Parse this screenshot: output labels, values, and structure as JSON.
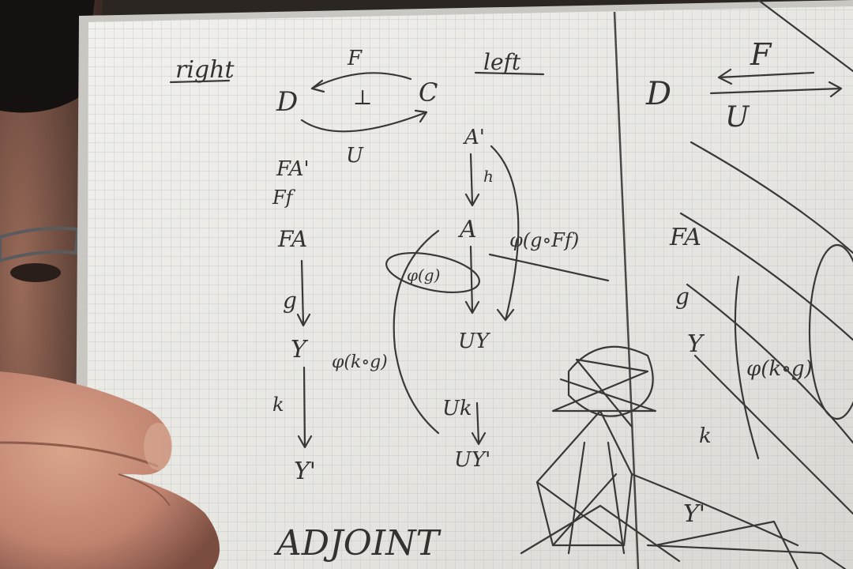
{
  "photo": {
    "subject": "mirrored webcam photo of a hand holding up a grid-paper notebook page with handwritten adjunction diagrams",
    "colors": {
      "paper": "#e9e8e3",
      "grid": "#b9bcc0",
      "ink": "#3a3835",
      "skin": "#c98f78",
      "background": "#2b2622"
    }
  },
  "notes": {
    "left_heading": "right",
    "right_heading": "left",
    "top_arrow_top": "F",
    "top_arrow_mid": "⊥",
    "top_arrow_bottom": "U",
    "top_node_left": "D",
    "top_node_right": "C",
    "col1": {
      "n1": "FA'",
      "n2": "Ff",
      "n3": "FA",
      "n4": "g",
      "n5": "Y",
      "n6": "k",
      "n7": "Y'"
    },
    "col2": {
      "n1": "A'",
      "n2": "h",
      "n3": "A",
      "n4": "UY",
      "n5": "Uk",
      "n6": "UY'"
    },
    "phi_left": "φ(k∘g)",
    "phi_mid": "φ(g)",
    "phi_right": "φ(g∘Ff)",
    "footer": "ADJOINT",
    "right_page": {
      "node_d": "D",
      "arrow_f": "F",
      "arrow_u": "U",
      "fa": "FA",
      "g": "g",
      "y": "Y",
      "k": "k",
      "y2": "Y'",
      "phi": "φ(k∘g)"
    }
  }
}
